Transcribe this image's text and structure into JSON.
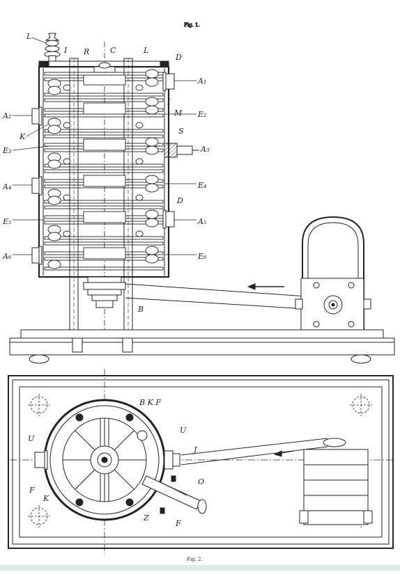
{
  "figures": {
    "fig1": {
      "caption": "Fig. 1.",
      "labels": {
        "L_top": "L",
        "I_left": "I",
        "R": "R",
        "C": "C",
        "L_right": "L",
        "D_top": "D",
        "A1": "A₁",
        "I_right": "I",
        "A2": "A₂",
        "M": "M",
        "E2": "E₂",
        "K": "K",
        "S": "S",
        "E3": "E₃",
        "A3": "A₃",
        "A4": "A₄",
        "E4": "E₄",
        "D_mid": "D",
        "E5": "E₅",
        "A5": "A₅",
        "A6": "A₆",
        "E6": "E₆",
        "B": "B"
      }
    },
    "fig2": {
      "caption": "Fig. 2.",
      "labels": {
        "U_left": "U",
        "BKF": "B K F",
        "U_right": "U",
        "J": "J",
        "F_left": "F",
        "K": "K",
        "O": "O",
        "Z": "Z",
        "F_bottom": "F"
      }
    }
  }
}
